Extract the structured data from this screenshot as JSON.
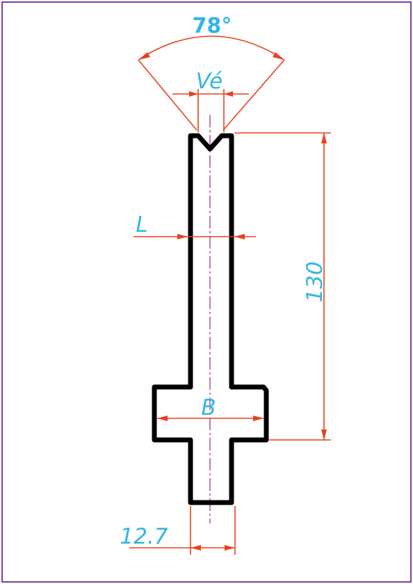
{
  "labels": {
    "angle": "78°",
    "vee_width": "Vé",
    "width_l": "L",
    "height": "130",
    "base_width": "B",
    "tang_width": "12.7"
  },
  "colors": {
    "frame": "#7b3fa0",
    "profile": "#000000",
    "dimension": "#e8401c",
    "label": "#33b5e5",
    "centerline": "#a0449a"
  }
}
